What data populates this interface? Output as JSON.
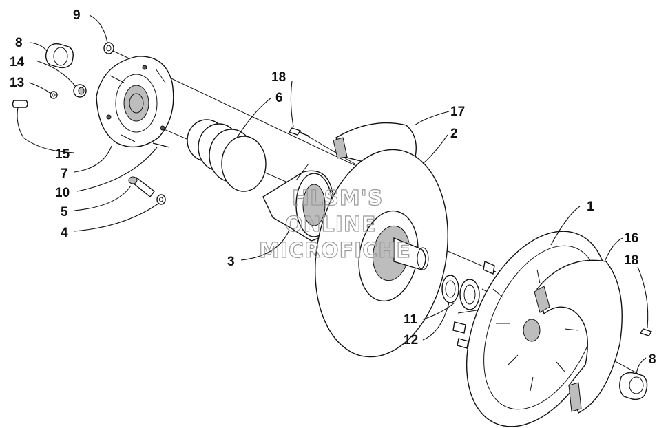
{
  "watermark": {
    "lines": [
      "HLSM'S",
      "ONLINE",
      "MICROFICHE"
    ]
  },
  "callouts": [
    {
      "id": "c9",
      "label": "9"
    },
    {
      "id": "c8a",
      "label": "8"
    },
    {
      "id": "c14",
      "label": "14"
    },
    {
      "id": "c13",
      "label": "13"
    },
    {
      "id": "c15",
      "label": "15"
    },
    {
      "id": "c7",
      "label": "7"
    },
    {
      "id": "c10",
      "label": "10"
    },
    {
      "id": "c5",
      "label": "5"
    },
    {
      "id": "c4",
      "label": "4"
    },
    {
      "id": "c3",
      "label": "3"
    },
    {
      "id": "c6",
      "label": "6"
    },
    {
      "id": "c18a",
      "label": "18"
    },
    {
      "id": "c17",
      "label": "17"
    },
    {
      "id": "c2",
      "label": "2"
    },
    {
      "id": "c1",
      "label": "1"
    },
    {
      "id": "c16",
      "label": "16"
    },
    {
      "id": "c18b",
      "label": "18"
    },
    {
      "id": "c11",
      "label": "11"
    },
    {
      "id": "c12",
      "label": "12"
    },
    {
      "id": "c8b",
      "label": "8"
    }
  ],
  "colors": {
    "ink": "#111111",
    "shade": "#bdbdbd",
    "watermark": "#9a9a9a",
    "background": "#ffffff"
  }
}
